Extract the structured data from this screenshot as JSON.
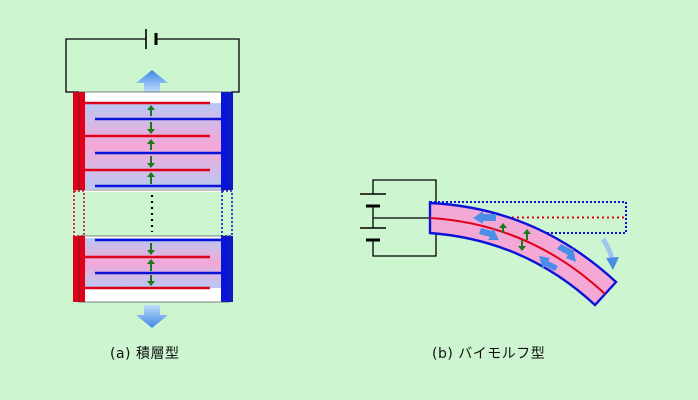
{
  "captions": {
    "stacked": "(a) 積層型",
    "bimorph": "(b) バイモルフ型"
  },
  "colors": {
    "background": "#ccf5d0",
    "positive_electrode": "#e0001a",
    "negative_electrode": "#0a14d8",
    "piezo_fill": "#f0a8d8",
    "motion_arrow": "#4a8ee8",
    "polarization_arrow": "#1a7a1a",
    "wire": "#000000"
  },
  "icons": {
    "battery": "battery-symbol",
    "expansion": "block-arrow",
    "polarization": "small-arrow"
  }
}
